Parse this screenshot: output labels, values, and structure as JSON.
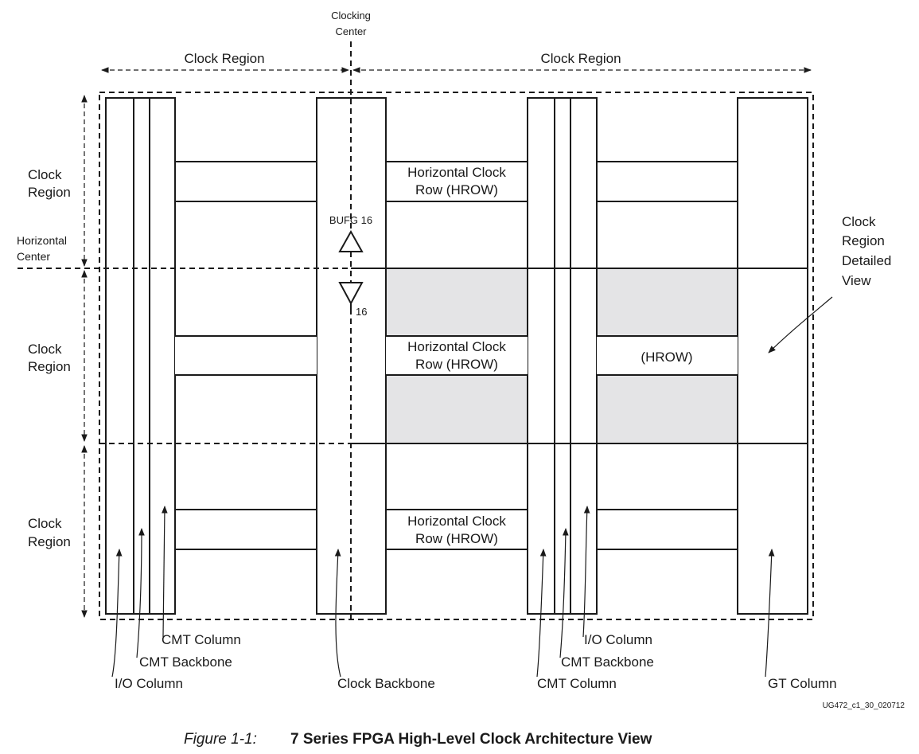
{
  "top": {
    "clocking_center": [
      "Clocking",
      "Center"
    ],
    "clock_region_left": "Clock Region",
    "clock_region_right": "Clock Region"
  },
  "left": {
    "region_1": [
      "Clock",
      "Region"
    ],
    "horizontal_center": [
      "Horizontal",
      "Center"
    ],
    "region_2": [
      "Clock",
      "Region"
    ],
    "region_3": [
      "Clock",
      "Region"
    ]
  },
  "hrow": {
    "row_1": [
      "Horizontal Clock",
      "Row (HROW)"
    ],
    "row_2": [
      "Horizontal Clock",
      "Row (HROW)"
    ],
    "row_3": [
      "Horizontal Clock",
      "Row (HROW)"
    ],
    "right_short": "(HROW)"
  },
  "buffers": {
    "bufg": "BUFG 16",
    "bufh_count": "16"
  },
  "detailed_view": [
    "Clock",
    "Region",
    "Detailed",
    "View"
  ],
  "bottom": {
    "cmt_column_left": "CMT Column",
    "cmt_backbone_left": "CMT Backbone",
    "io_column_left": "I/O Column",
    "clock_backbone": "Clock Backbone",
    "io_column_right": "I/O Column",
    "cmt_backbone_right": "CMT Backbone",
    "cmt_column_right": "CMT Column",
    "gt_column": "GT Column"
  },
  "doc_id": "UG472_c1_30_020712",
  "caption": {
    "label": "Figure 1-1:",
    "title": "7 Series FPGA High-Level Clock Architecture View"
  },
  "colors": {
    "shaded_region": "#e4e4e6",
    "ink": "#1a1a1a"
  }
}
